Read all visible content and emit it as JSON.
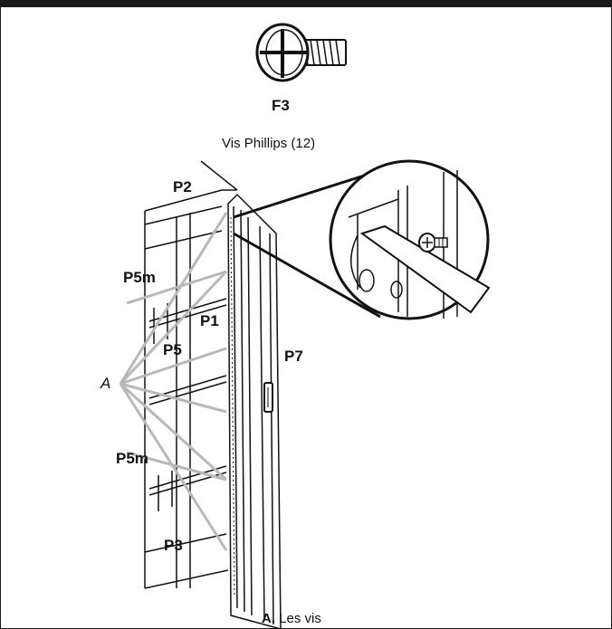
{
  "hardware": {
    "code": "F3",
    "name": "Vis Phillips (12)"
  },
  "parts": {
    "p1": "P1",
    "p2": "P2",
    "p3": "P3",
    "p5": "P5",
    "p5m_top": "P5m",
    "p5m_bottom": "P5m",
    "p7": "P7"
  },
  "callout": {
    "letter": "A"
  },
  "legend": {
    "letter": "A.",
    "text": "Les vis"
  }
}
